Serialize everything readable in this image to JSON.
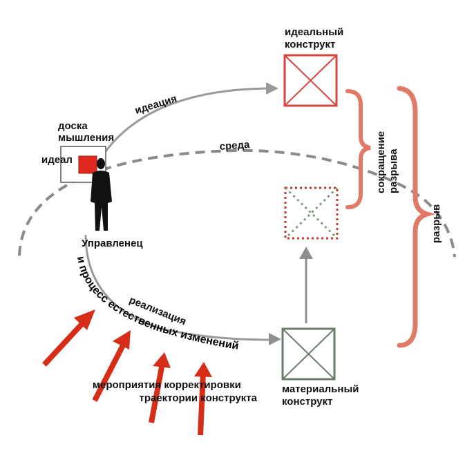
{
  "labels": {
    "ideal_construct": [
      "идеальный",
      "конструкт"
    ],
    "thinking_board": [
      "доска",
      "мышления"
    ],
    "ideal": "идеал",
    "ideation": "идеация",
    "environment": "среда",
    "manager": "Управленец",
    "reduction_gap": [
      "сокращение",
      "разрыва"
    ],
    "gap": "разрыв",
    "realization": "реализация",
    "natural_changes": "и процесс естественных изменений",
    "correction_measures": [
      "мероприятия корректировки",
      "траектории конструкта"
    ],
    "material_construct": [
      "материальный",
      "конструкт"
    ]
  },
  "colors": {
    "ideal_box": "#d7453f",
    "material_box": "#6b7c6b",
    "board_marker": "#e02a1f",
    "brace": "#e07a66",
    "red_arrow": "#d62d18",
    "gray_arrow": "#8f8f8f",
    "dashed_env": "#8a8a8a",
    "dotted_box": "#c0392b",
    "dotted_cross": "#7a9a7a"
  },
  "icons": {
    "manager": "person-silhouette-icon",
    "corrections": "red-arrow-icon"
  }
}
